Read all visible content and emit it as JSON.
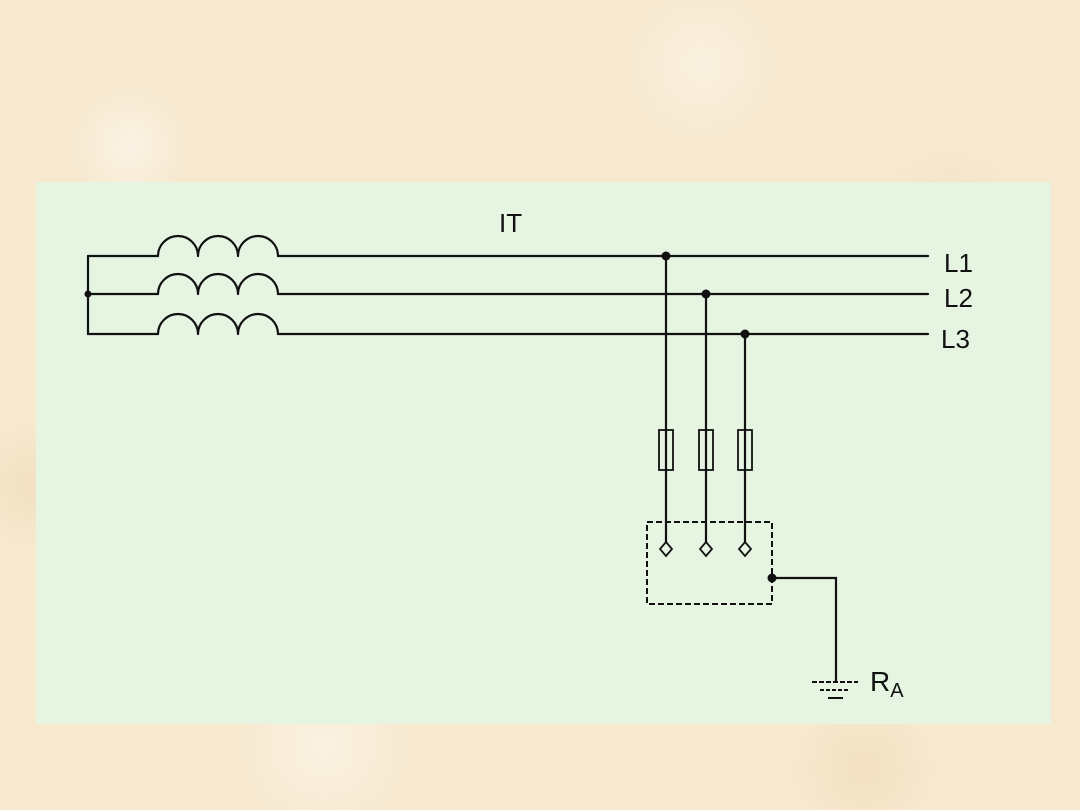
{
  "diagram": {
    "system_label": "IT",
    "phases": [
      "L1",
      "L2",
      "L3"
    ],
    "earth_resistor": {
      "symbol": "R",
      "subscript": "A"
    }
  },
  "colors": {
    "slide_background": "#f7e9cf",
    "diagram_background": "#e5f5e1",
    "wire": "#111111"
  }
}
